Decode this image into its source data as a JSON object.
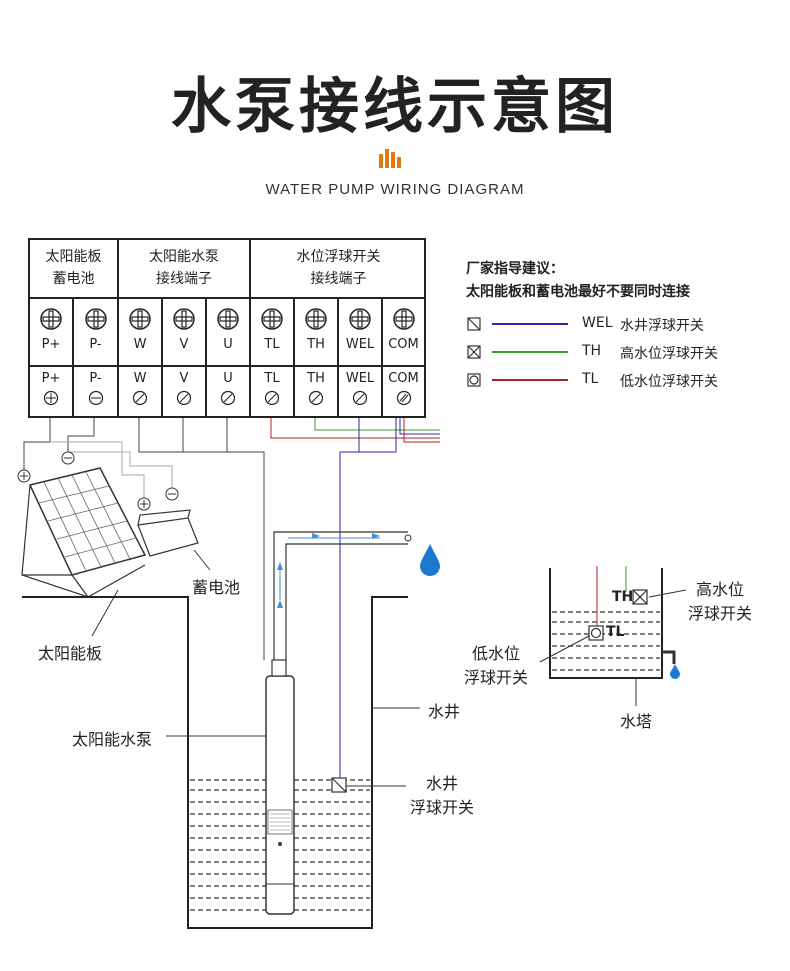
{
  "title": "水泵接线示意图",
  "subtitle": "WATER PUMP WIRING DIAGRAM",
  "colors": {
    "blue": "#2a2aa8",
    "green": "#3a9a30",
    "red": "#b02020",
    "accent": "#e07a10",
    "drop": "#1a7ad0"
  },
  "table": {
    "headers": [
      {
        "line1": "太阳能板",
        "line2": "蓄电池"
      },
      {
        "line1": "太阳能水泵",
        "line2": "接线端子"
      },
      {
        "line1": "水位浮球开关",
        "line2": "接线端子"
      }
    ],
    "terminals_top": [
      "P+",
      "P-",
      "W",
      "V",
      "U",
      "TL",
      "TH",
      "WEL",
      "COM"
    ],
    "terminals_bottom": [
      "P+",
      "P-",
      "W",
      "V",
      "U",
      "TL",
      "TH",
      "WEL",
      "COM"
    ]
  },
  "note": {
    "title": "厂家指导建议：",
    "body": "太阳能板和蓄电池最好不要同时连接"
  },
  "legend": [
    {
      "code": "WEL",
      "desc": "水井浮球开关",
      "color": "#2a2aa8",
      "icon": "diagonal-box-icon"
    },
    {
      "code": "TH",
      "desc": "高水位浮球开关",
      "color": "#3a9a30",
      "icon": "cross-box-icon"
    },
    {
      "code": "TL",
      "desc": "低水位浮球开关",
      "color": "#b02020",
      "icon": "circle-box-icon"
    }
  ],
  "labels": {
    "battery": "蓄电池",
    "solar_panel": "太阳能板",
    "solar_pump": "太阳能水泵",
    "well": "水井",
    "well_float_1": "水井",
    "well_float_2": "浮球开关",
    "high_level_1": "高水位",
    "high_level_2": "浮球开关",
    "low_level_1": "低水位",
    "low_level_2": "浮球开关",
    "tower": "水塔",
    "th_tag": "TH",
    "tl_tag": "TL"
  }
}
